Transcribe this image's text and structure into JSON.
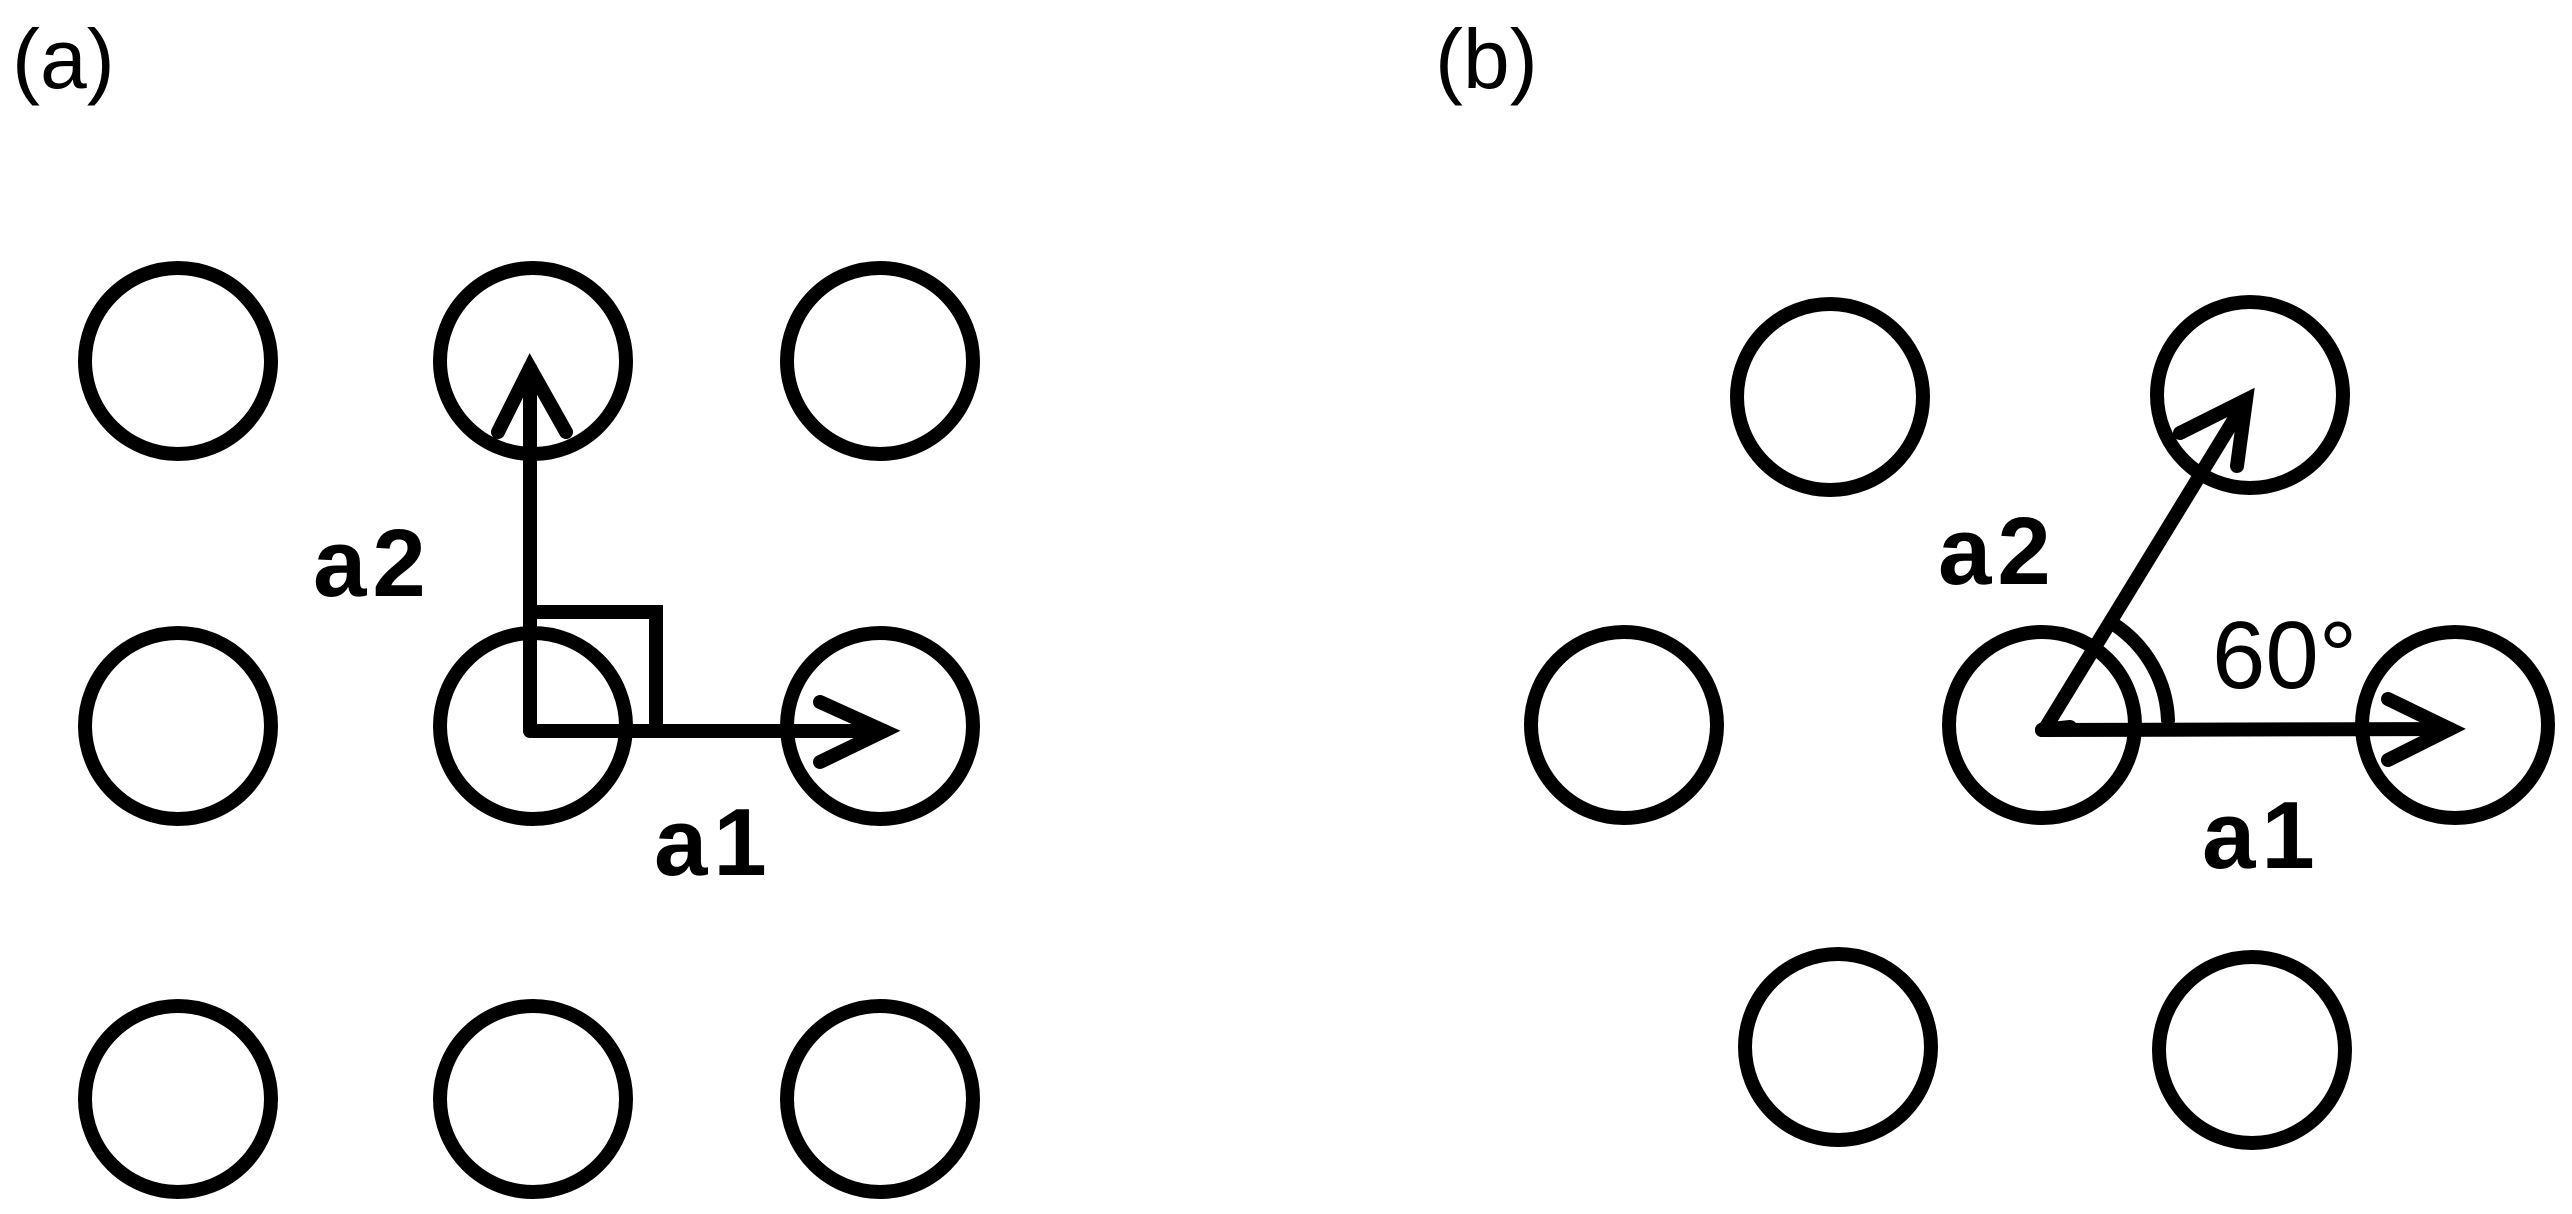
{
  "panel_a": {
    "label": "(a)",
    "vector_1_label": "a1",
    "vector_2_label": "a2"
  },
  "panel_b": {
    "label": "(b)",
    "vector_1_label": "a1",
    "vector_2_label": "a2",
    "angle_label": "60°"
  },
  "colors": {
    "stroke": "#000000",
    "background": "#ffffff"
  }
}
